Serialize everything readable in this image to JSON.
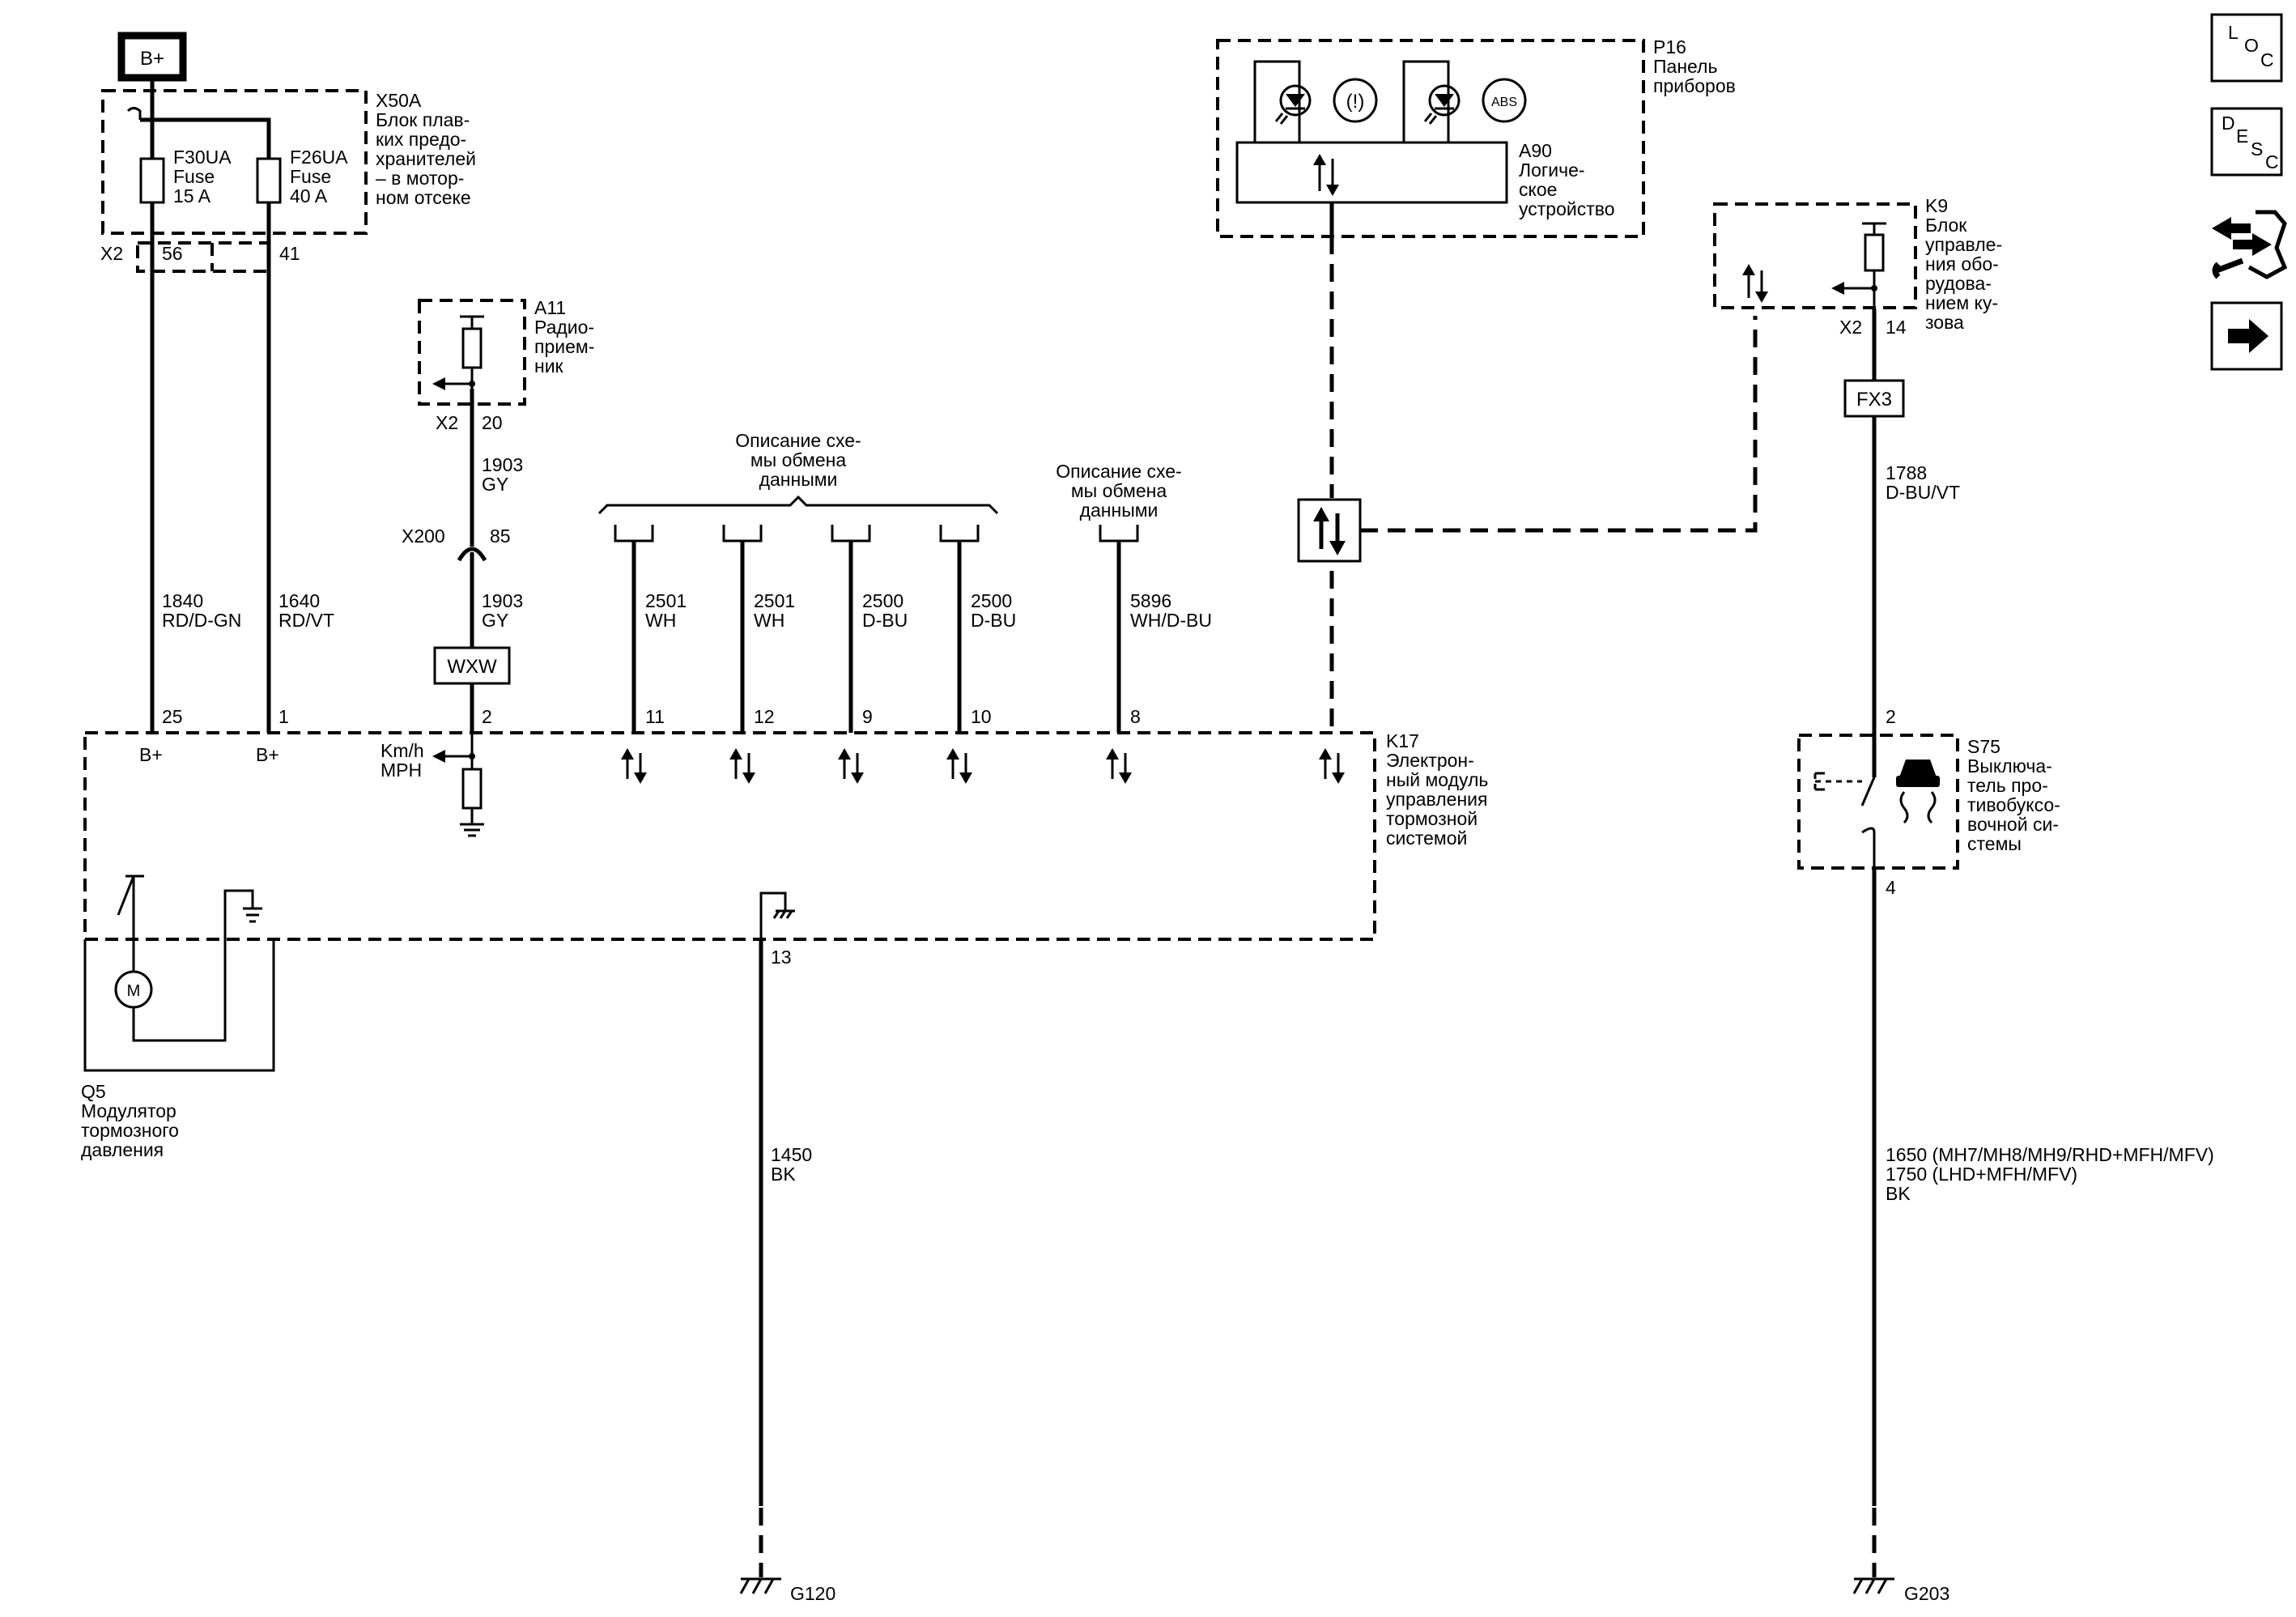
{
  "supply": {
    "label": "B+"
  },
  "x50a": {
    "id": "X50A",
    "desc": [
      "Блок плав-",
      "ких предо-",
      "хранителей",
      "– в мотор-",
      "ном отсеке"
    ]
  },
  "fuses": [
    {
      "name": "F30UA",
      "type": "Fuse",
      "rating": "15 A"
    },
    {
      "name": "F26UA",
      "type": "Fuse",
      "rating": "40 A"
    }
  ],
  "x50a_conn": {
    "id": "X2",
    "pins": [
      "56",
      "41"
    ]
  },
  "a11": {
    "id": "A11",
    "desc": [
      "Радио-",
      "прием-",
      "ник"
    ],
    "conn": "X2",
    "pin": "20"
  },
  "x200": {
    "id": "X200",
    "pin": "85"
  },
  "wxw": {
    "label": "WXW"
  },
  "p16": {
    "id": "P16",
    "desc": [
      "Панель",
      "приборов"
    ]
  },
  "a90": {
    "id": "A90",
    "desc": [
      "Логиче-",
      "ское",
      "устройство"
    ]
  },
  "k9": {
    "id": "K9",
    "desc": [
      "Блок",
      "управле-",
      "ния обо-",
      "рудова-",
      "нием ку-",
      "зова"
    ],
    "conn": "X2",
    "pin": "14"
  },
  "fx3": {
    "label": "FX3"
  },
  "k17": {
    "id": "K17",
    "desc": [
      "Электрон-",
      "ный модуль",
      "управления",
      "тормозной",
      "системой"
    ]
  },
  "s75": {
    "id": "S75",
    "desc": [
      "Выключа-",
      "тель про-",
      "тивобуксо-",
      "вочной си-",
      "стемы"
    ],
    "pin_top": "2",
    "pin_bottom": "4"
  },
  "q5": {
    "id": "Q5",
    "desc": [
      "Модулятор",
      "тормозного",
      "давления"
    ]
  },
  "data_desc": {
    "group": [
      "Описание схе-",
      "мы обмена",
      "данными"
    ],
    "single": [
      "Описание схе-",
      "мы обмена",
      "данными"
    ]
  },
  "wires": {
    "w1840": {
      "num": "1840",
      "color": "RD/D-GN",
      "pin": "25",
      "pin_label": "B+"
    },
    "w1640": {
      "num": "1640",
      "color": "RD/VT",
      "pin": "1",
      "pin_label": "B+"
    },
    "w1903a": {
      "num": "1903",
      "color": "GY"
    },
    "w1903b": {
      "num": "1903",
      "color": "GY",
      "pin": "2"
    },
    "w2501a": {
      "num": "2501",
      "color": "WH",
      "pin": "11"
    },
    "w2501b": {
      "num": "2501",
      "color": "WH",
      "pin": "12"
    },
    "w2500a": {
      "num": "2500",
      "color": "D-BU",
      "pin": "9"
    },
    "w2500b": {
      "num": "2500",
      "color": "D-BU",
      "pin": "10"
    },
    "w5896": {
      "num": "5896",
      "color": "WH/D-BU",
      "pin": "8"
    },
    "w1788": {
      "num": "1788",
      "color": "D-BU/VT"
    },
    "w1450": {
      "num": "1450",
      "color": "BK",
      "pin": "13"
    },
    "w1650": {
      "line1": "1650 (MH7/MH8/MH9/RHD+MFH/MFV)",
      "line2": "1750 (LHD+MFH/MFV)",
      "color": "BK"
    }
  },
  "speed_label": {
    "line1": "Km/h",
    "line2": "MPH"
  },
  "grounds": {
    "g120": "G120",
    "g203": "G203"
  },
  "lamps": {
    "brake": "(!)",
    "abs": "ABS"
  },
  "nav": {
    "loc": [
      "L",
      "O",
      "C"
    ],
    "desc": [
      "D",
      "E",
      "S",
      "C"
    ]
  }
}
